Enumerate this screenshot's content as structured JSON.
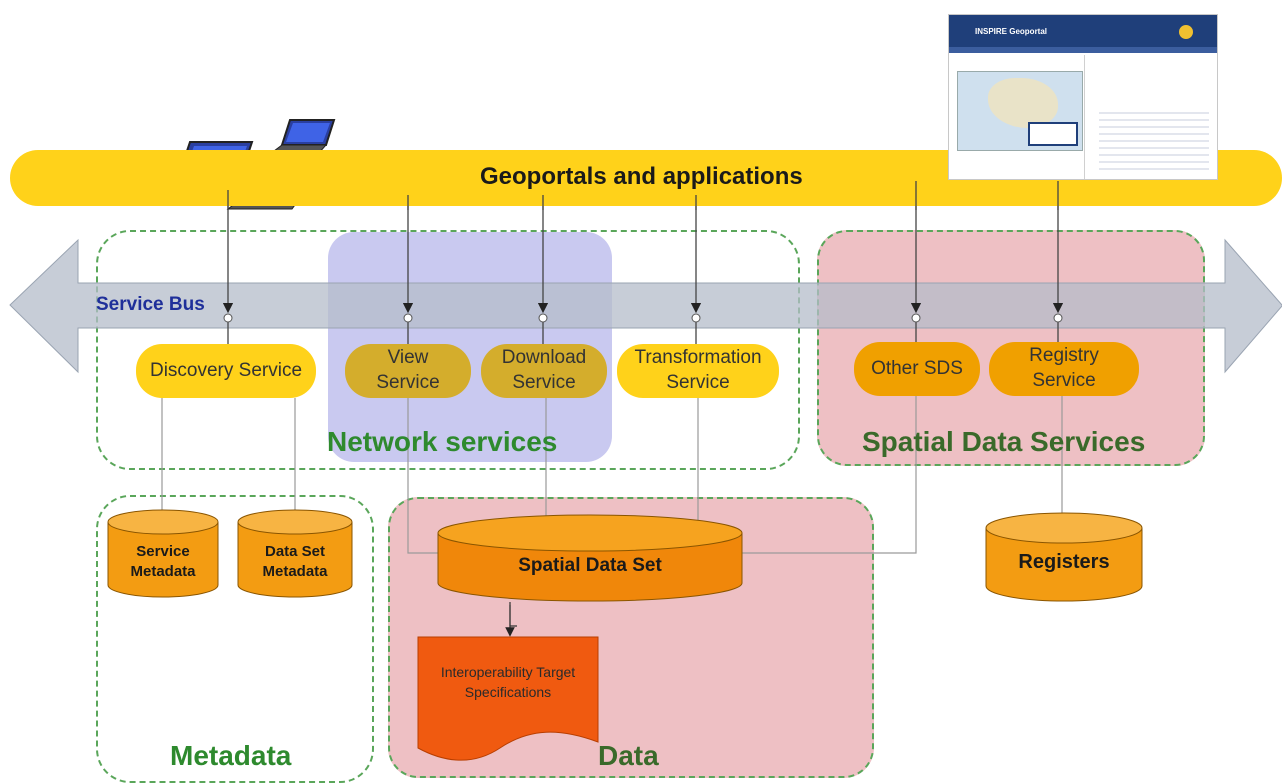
{
  "geoportal_bar": {
    "label": "Geoportals and applications"
  },
  "service_bus": {
    "label": "Service Bus"
  },
  "regions": {
    "network_services": "Network services",
    "spatial_data_services": "Spatial Data Services",
    "metadata": "Metadata",
    "data": "Data"
  },
  "services": {
    "discovery": "Discovery Service",
    "view_line1": "View",
    "view_line2": "Service",
    "download_line1": "Download",
    "download_line2": "Service",
    "transformation_line1": "Transformation",
    "transformation_line2": "Service",
    "other_sds": "Other SDS",
    "registry_line1": "Registry",
    "registry_line2": "Service"
  },
  "stores": {
    "service_metadata_line1": "Service",
    "service_metadata_line2": "Metadata",
    "dataset_metadata_line1": "Data Set",
    "dataset_metadata_line2": "Metadata",
    "spatial_data_set": "Spatial Data Set",
    "registers": "Registers"
  },
  "document": {
    "line1": "Interoperability Target",
    "line2": "Specifications"
  },
  "screenshot": {
    "title": "INSPIRE Geoportal"
  },
  "colors": {
    "bar_yellow": "#ffd21a",
    "pill_olive": "#d4ad2c",
    "pill_orange": "#f0a000",
    "db_orange": "#f39c12",
    "doc_red": "#f05a10",
    "network_blue": "#c9c9f0",
    "sds_pink": "#eec0c4",
    "dash_green": "#5aa65a",
    "title_green": "#2e8a2e"
  }
}
